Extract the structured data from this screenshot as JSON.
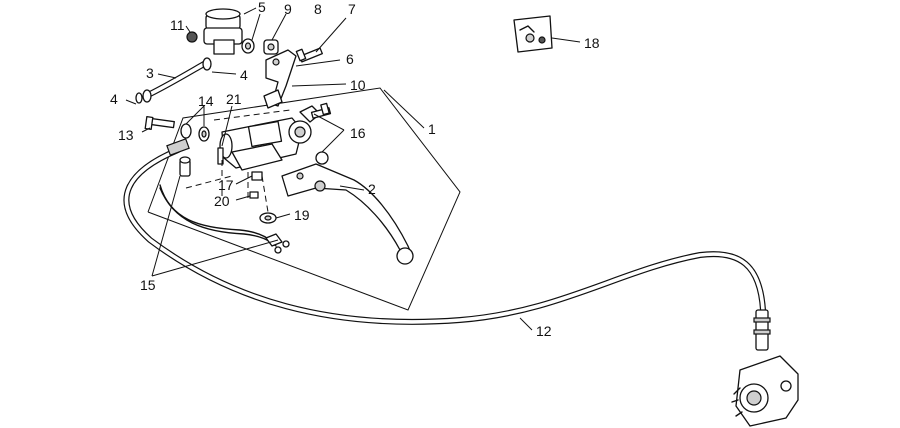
{
  "callouts": {
    "c1": "1",
    "c2": "2",
    "c3": "3",
    "c4a": "4",
    "c4b": "4",
    "c5": "5",
    "c6": "6",
    "c7": "7",
    "c8": "8",
    "c9": "9",
    "c10": "10",
    "c11": "11",
    "c12": "12",
    "c13": "13",
    "c14": "14",
    "c15": "15",
    "c16": "16",
    "c17": "17",
    "c18": "18",
    "c19": "19",
    "c20": "20",
    "c21": "21"
  },
  "colors": {
    "ink": "#111111",
    "paper": "#ffffff"
  }
}
